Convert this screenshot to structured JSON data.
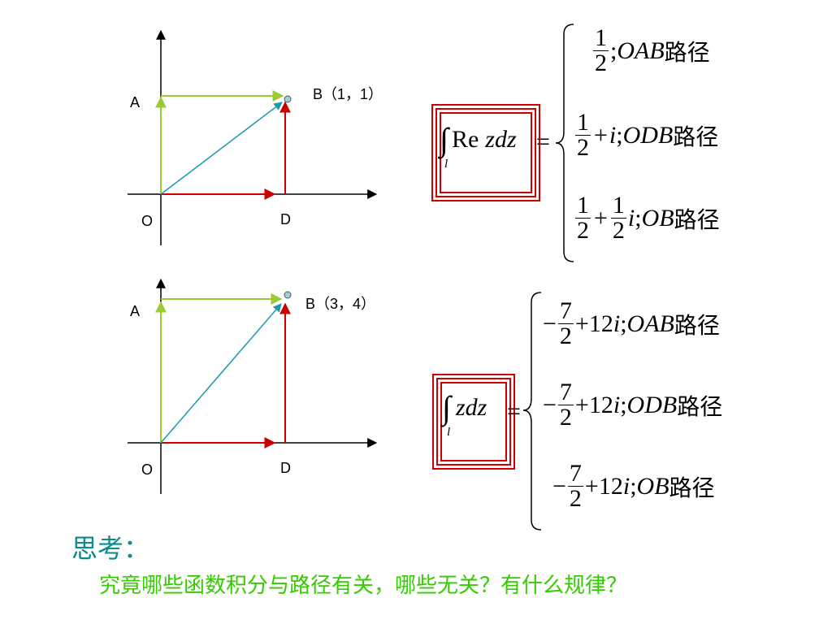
{
  "diagram1": {
    "label_a": "A",
    "label_b": "B（1，1）",
    "label_o": "O",
    "label_d": "D"
  },
  "diagram2": {
    "label_a": "A",
    "label_b": "B（3，4）",
    "label_o": "O",
    "label_d": "D"
  },
  "colors": {
    "axis": "#000000",
    "path_oa_ab": "#99cc33",
    "path_od_db": "#cc0000",
    "path_ob": "#1a9aaa",
    "box_border": "#d00000",
    "think_title": "#0b8c8c",
    "think_body": "#33cc00"
  },
  "formula1": {
    "lhs_func": "Re",
    "lhs_var": "zdz",
    "integral_sub": "l",
    "equals": "=",
    "rows": [
      {
        "num": "1",
        "den": "2",
        "suffix_italic": "OAB",
        "suffix_text": "路径",
        "sep": ";"
      },
      {
        "num": "1",
        "den": "2",
        "plus": "+",
        "i": "i",
        "suffix_italic": "ODB",
        "suffix_text": "路径",
        "sep": ";"
      },
      {
        "num": "1",
        "den": "2",
        "plus": "+",
        "num2": "1",
        "den2": "2",
        "i": "i",
        "suffix_italic": "OB",
        "suffix_text": "路径",
        "sep": ";"
      }
    ]
  },
  "formula2": {
    "lhs_var": "zdz",
    "integral_sub": "l",
    "equals": "=",
    "rows": [
      {
        "minus": "−",
        "num": "7",
        "den": "2",
        "rest": "+12",
        "i": "i",
        "sep": ";",
        "suffix_italic": "OAB",
        "suffix_text": "路径"
      },
      {
        "minus": "−",
        "num": "7",
        "den": "2",
        "rest": "+12",
        "i": "i",
        "sep": ";",
        "suffix_italic": "ODB",
        "suffix_text": "路径"
      },
      {
        "minus": "−",
        "num": "7",
        "den": "2",
        "rest": "+12",
        "i": "i",
        "sep": ";",
        "suffix_italic": "OB",
        "suffix_text": "路径"
      }
    ]
  },
  "think": {
    "title": "思考：",
    "body": "究竟哪些函数积分与路径有关，哪些无关？有什么规律？"
  }
}
